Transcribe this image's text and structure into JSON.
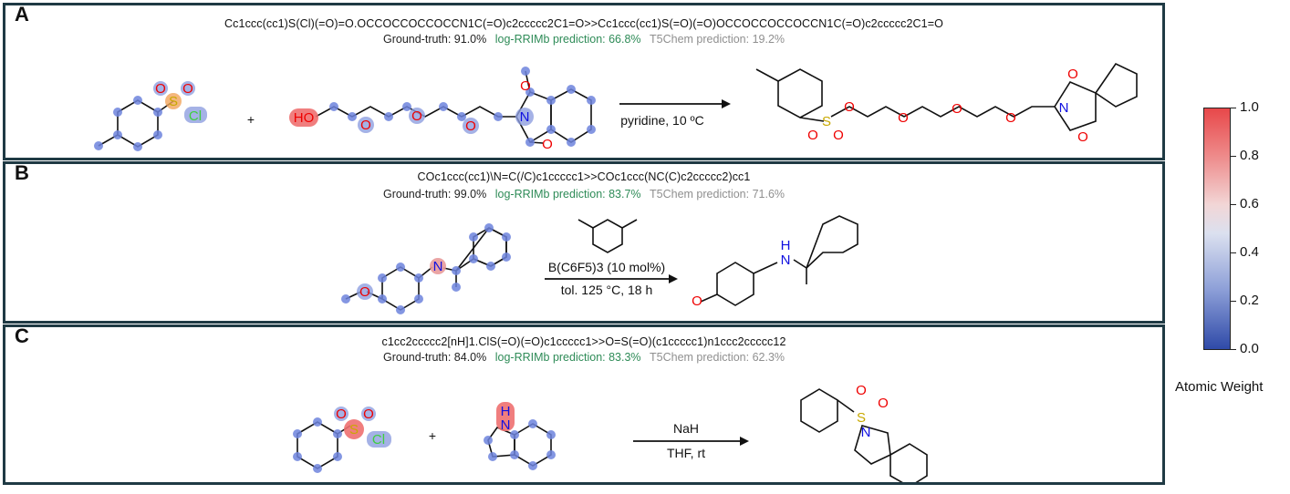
{
  "panels": [
    {
      "label": "A",
      "smiles": "Cc1ccc(cc1)S(Cl)(=O)=O.OCCOCCOCCOCCN1C(=O)c2ccccc2C1=O>>Cc1ccc(cc1)S(=O)(=O)OCCOCCOCCOCCN1C(=O)c2ccccc2C1=O",
      "ground_truth": "Ground-truth: 91.0%",
      "rrim": "log-RRIMb prediction: 66.8%",
      "t5chem": "T5Chem prediction: 19.2%",
      "condition": "pyridine, 10 ºC"
    },
    {
      "label": "B",
      "smiles": "COc1ccc(cc1)\\N=C(/C)c1ccccc1>>COc1ccc(NC(C)c2ccccc2)cc1",
      "ground_truth": "Ground-truth: 99.0%",
      "rrim": "log-RRIMb prediction: 83.7%",
      "t5chem": "T5Chem prediction: 71.6%",
      "condition_top": "B(C6F5)3 (10 mol%)",
      "condition_bottom": "tol. 125 °C, 18 h"
    },
    {
      "label": "C",
      "smiles": "c1cc2ccccc2[nH]1.ClS(=O)(=O)c1ccccc1>>O=S(=O)(c1ccccc1)n1ccc2ccccc12",
      "ground_truth": "Ground-truth: 84.0%",
      "rrim": "log-RRIMb prediction: 83.3%",
      "t5chem": "T5Chem prediction: 62.3%",
      "condition_top": "NaH",
      "condition_bottom": "THF, rt"
    }
  ],
  "atoms": {
    "O": "O",
    "S": "S",
    "Cl": "Cl",
    "N": "N",
    "HO": "HO",
    "H": "H",
    "HN": "H\nN",
    "plus": "+"
  },
  "colorbar": {
    "ticks": [
      "1.0",
      "0.8",
      "0.6",
      "0.4",
      "0.2",
      "0.0"
    ],
    "label": "Atomic Weight"
  },
  "colors": {
    "panel_border": "#1f3a44",
    "rrim": "#2e8b57",
    "t5chem": "#8f8f8f",
    "low_weight": "#2f4aa8",
    "high_weight": "#e8484a"
  }
}
